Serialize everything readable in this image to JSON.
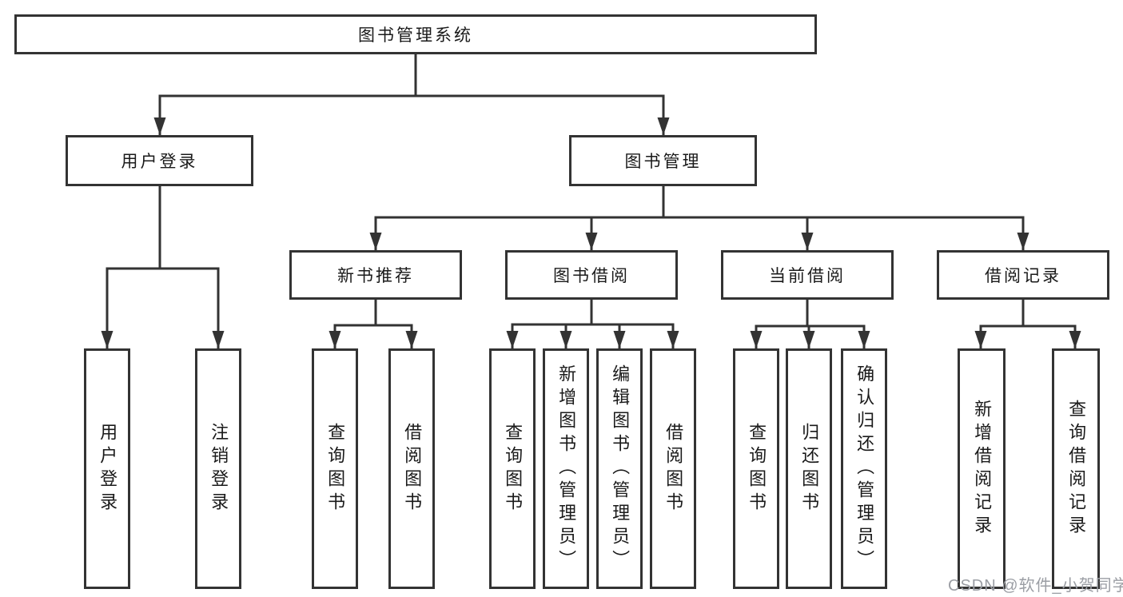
{
  "watermark": "CSDN @软件_小贺同学",
  "colors": {
    "line": "#333333",
    "text": "#1a1a1a",
    "watermark_gray": "#9b9ea4",
    "background": "#ffffff"
  },
  "tree": {
    "root": {
      "label": "图书管理系统"
    },
    "branches": [
      {
        "label": "用户登录",
        "children": [
          {
            "label": "用户登录"
          },
          {
            "label": "注销登录"
          }
        ]
      },
      {
        "label": "图书管理",
        "children": [
          {
            "label": "新书推荐",
            "children": [
              {
                "label": "查询图书"
              },
              {
                "label": "借阅图书"
              }
            ]
          },
          {
            "label": "图书借阅",
            "children": [
              {
                "label": "查询图书"
              },
              {
                "label": "新增图书（管理员）"
              },
              {
                "label": "编辑图书（管理员）"
              },
              {
                "label": "借阅图书"
              }
            ]
          },
          {
            "label": "当前借阅",
            "children": [
              {
                "label": "查询图书"
              },
              {
                "label": "归还图书"
              },
              {
                "label": "确认归还（管理员）"
              }
            ]
          },
          {
            "label": "借阅记录",
            "children": [
              {
                "label": "新增借阅记录"
              },
              {
                "label": "查询借阅记录"
              }
            ]
          }
        ]
      }
    ]
  }
}
